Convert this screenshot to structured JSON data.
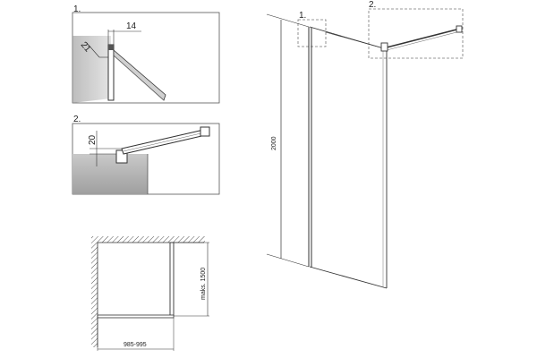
{
  "detail_1": {
    "label": "1.",
    "dim_thickness": "14",
    "dim_depth": "21"
  },
  "detail_2": {
    "label": "2.",
    "dim_height": "20"
  },
  "elevation": {
    "callout_1": "1.",
    "callout_2": "2.",
    "dim_height": "2000"
  },
  "plan": {
    "dim_length": "maks. 1500",
    "dim_width": "985-995"
  },
  "colors": {
    "line": "#333333",
    "gray_fill": "#b9b9b9",
    "dash": "#777777"
  }
}
